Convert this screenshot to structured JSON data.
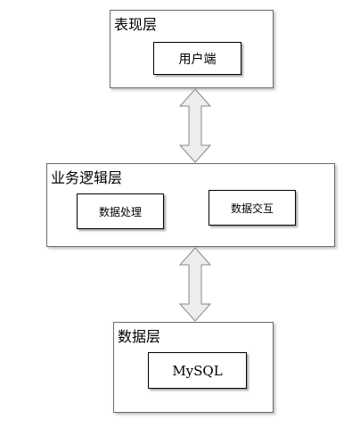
{
  "presentation_layer": {
    "title": "表现层",
    "client_box": "用户端"
  },
  "business_layer": {
    "title": "业务逻辑层",
    "processing_box": "数据处理",
    "interaction_box": "数据交互"
  },
  "data_layer": {
    "title": "数据层",
    "database_box": "MySQL"
  },
  "colors": {
    "arrow_fill": "#ededed",
    "arrow_stroke": "#8a8a8a",
    "border": "#6b6b6b"
  }
}
